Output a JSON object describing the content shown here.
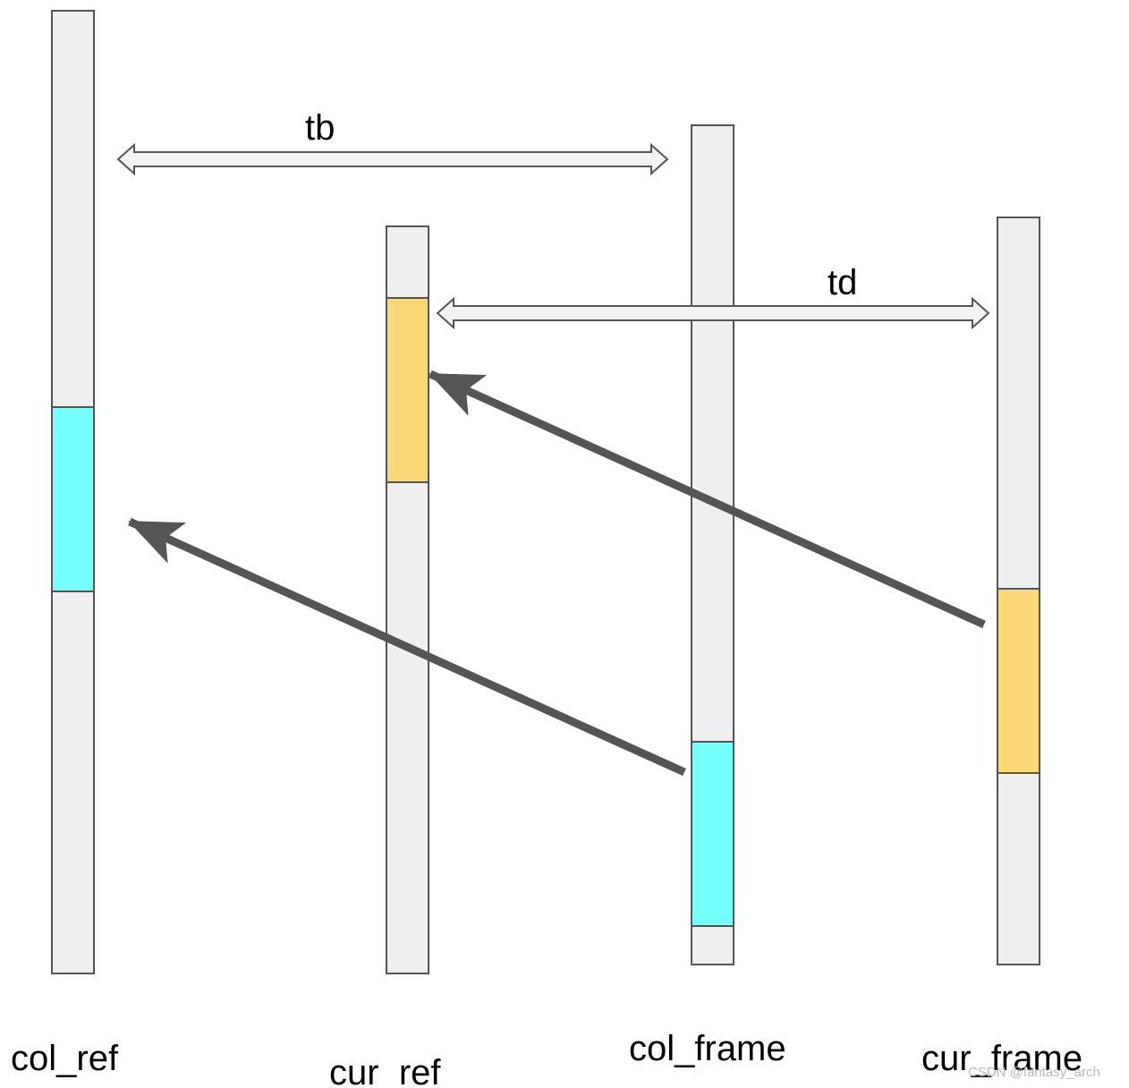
{
  "frames": {
    "col_ref": {
      "label": "col_ref"
    },
    "cur_ref": {
      "label": "cur_ref"
    },
    "col_frame": {
      "label": "col_frame"
    },
    "cur_frame": {
      "label": "cur_frame"
    }
  },
  "distances": {
    "tb": {
      "label": "tb"
    },
    "td": {
      "label": "td"
    }
  },
  "watermark": "CSDN @fantasy_arch",
  "colors": {
    "bar_fill": "#efefef",
    "bar_stroke": "#555555",
    "block_cyan": "#76ffff",
    "block_yellow": "#f9d976",
    "arrow": "#555555",
    "double_arrow_fill": "#f2f2f2"
  }
}
